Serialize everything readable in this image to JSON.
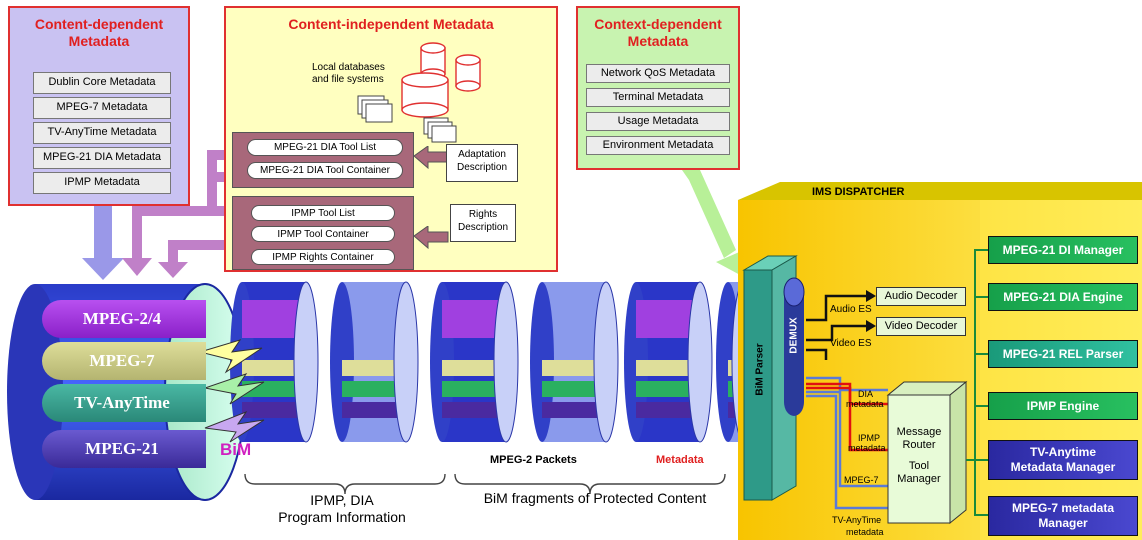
{
  "content_dependent": {
    "title_line1": "Content-dependent",
    "title_line2": "Metadata",
    "items": [
      "Dublin Core Metadata",
      "MPEG-7 Metadata",
      "TV-AnyTime Metadata",
      "MPEG-21 DIA Metadata",
      "IPMP Metadata"
    ]
  },
  "content_independent": {
    "title": "Content-independent Metadata",
    "db_label_line1": "Local databases",
    "db_label_line2": "and file systems",
    "dia_tools": [
      "MPEG-21 DIA Tool List",
      "MPEG-21 DIA Tool Container"
    ],
    "adaptation_line1": "Adaptation",
    "adaptation_line2": "Description",
    "ipmp_tools": [
      "IPMP Tool List",
      "IPMP Tool Container",
      "IPMP Rights Container"
    ],
    "rights_line1": "Rights",
    "rights_line2": "Description"
  },
  "context_dependent": {
    "title_line1": "Context-dependent",
    "title_line2": "Metadata",
    "items": [
      "Network QoS Metadata",
      "Terminal Metadata",
      "Usage Metadata",
      "Environment Metadata"
    ]
  },
  "streams": [
    "MPEG-2/4",
    "MPEG-7",
    "TV-AnyTime",
    "MPEG-21"
  ],
  "bim_label": "BiM",
  "packets": {
    "ipmp_line1": "IPMP, DIA",
    "ipmp_line2": "Program Information",
    "mpeg2_packets": "MPEG-2 Packets",
    "metadata": "Metadata",
    "bim_fragments": "BiM fragments of Protected Content"
  },
  "dispatcher": {
    "title": "IMS DISPATCHER",
    "bim_parser": "BiM Parser",
    "demux": "DEMUX",
    "audio_es": "Audio ES",
    "video_es": "Video ES",
    "audio_decoder": "Audio Decoder",
    "video_decoder": "Video Decoder",
    "dia_line1": "DIA",
    "dia_line2": "metadata",
    "ipmp_line1": "IPMP",
    "ipmp_line2": "metadata",
    "mpeg7": "MPEG-7",
    "tva_line1": "TV-AnyTime",
    "tva_line2": "metadata",
    "router_line1": "Message",
    "router_line2": "Router",
    "router_line3": "Tool",
    "router_line4": "Manager"
  },
  "managers": [
    {
      "line1": "MPEG-21 DI Manager",
      "line2": ""
    },
    {
      "line1": "MPEG-21 DIA Engine",
      "line2": ""
    },
    {
      "line1": "MPEG-21 REL Parser",
      "line2": ""
    },
    {
      "line1": "IPMP Engine",
      "line2": ""
    },
    {
      "line1": "TV-Anytime",
      "line2": "Metadata Manager"
    },
    {
      "line1": "MPEG-7 metadata",
      "line2": "Manager"
    }
  ],
  "colors": {
    "panel_border": "#e03030",
    "lavender": "#c9c2f2",
    "light_yellow": "#ffffc0",
    "light_green": "#c8f3b0",
    "dispatcher_yellow": "#f8d300",
    "green_manager": "#1aa24a",
    "blue_manager": "#3330a8",
    "stream_purple": "#a030d8",
    "stream_khaki": "#cccc88",
    "stream_teal": "#3aa090",
    "stream_indigo": "#4a3aa8"
  }
}
